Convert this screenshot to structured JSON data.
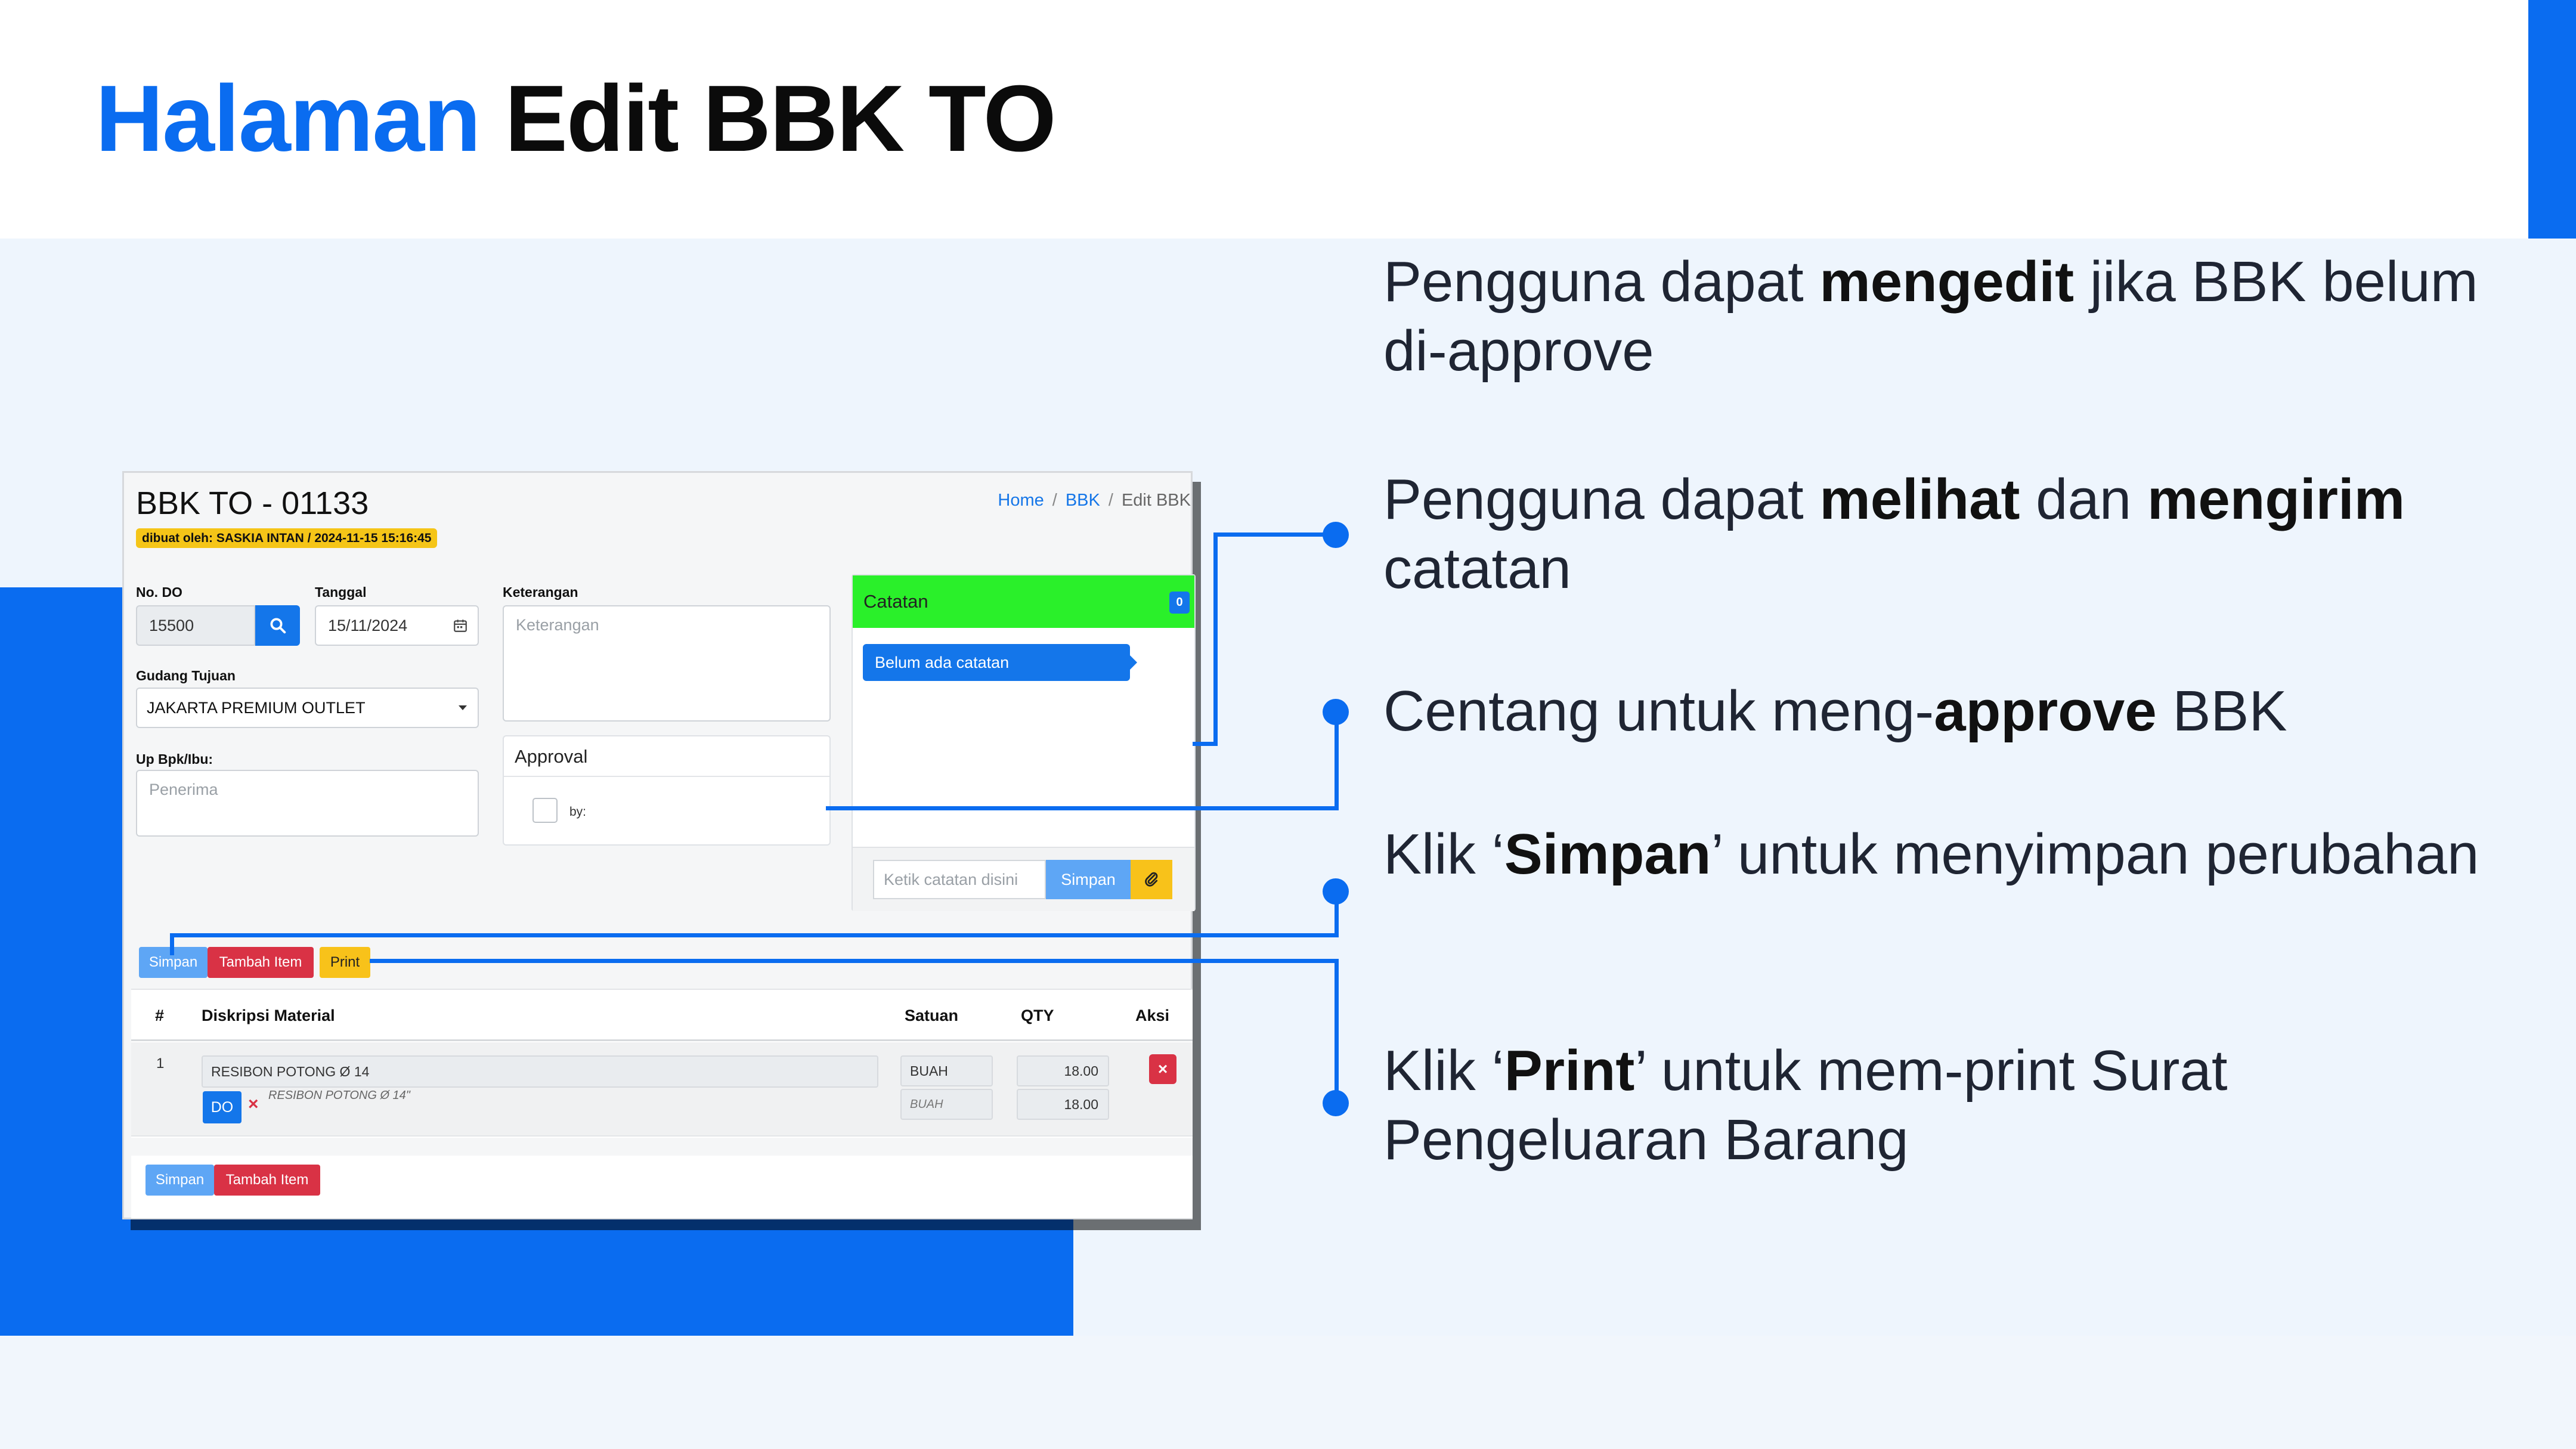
{
  "slide": {
    "title_highlight": "Halaman",
    "title_rest": "Edit BBK TO"
  },
  "app": {
    "title": "BBK TO - 01133",
    "created_by": "dibuat oleh: SASKIA INTAN / 2024-11-15 15:16:45",
    "breadcrumb": [
      "Home",
      "BBK",
      "Edit BBK"
    ],
    "form": {
      "no_do_label": "No. DO",
      "no_do_value": "15500",
      "tanggal_label": "Tanggal",
      "tanggal_value": "15/11/2024",
      "keterangan_label": "Keterangan",
      "keterangan_placeholder": "Keterangan",
      "gudang_label": "Gudang Tujuan",
      "gudang_value": "JAKARTA PREMIUM OUTLET",
      "up_label": "Up Bpk/Ibu:",
      "up_placeholder": "Penerima",
      "approval_title": "Approval",
      "approval_by": "by:"
    },
    "catatan": {
      "title": "Catatan",
      "count": "0",
      "empty_message": "Belum ada catatan",
      "input_placeholder": "Ketik catatan disini",
      "save_label": "Simpan"
    },
    "toolbar": {
      "save_label": "Simpan",
      "add_item_label": "Tambah Item",
      "print_label": "Print"
    },
    "table": {
      "headers": [
        "#",
        "Diskripsi Material",
        "Satuan",
        "QTY",
        "Aksi"
      ],
      "rows": [
        {
          "no": "1",
          "material": "RESIBON POTONG Ø 14",
          "material_sub": "RESIBON POTONG Ø 14\"",
          "do_label": "DO",
          "satuan": "BUAH",
          "satuan_sub": "BUAH",
          "qty": "18.00",
          "qty_sub": "18.00"
        }
      ]
    },
    "bottom_toolbar": {
      "save_label": "Simpan",
      "add_item_label": "Tambah Item"
    }
  },
  "descriptions": [
    {
      "parts": [
        {
          "t": "Pengguna dapat "
        },
        {
          "t": "mengedit",
          "b": true
        },
        {
          "t": " jika BBK belum di-approve"
        }
      ]
    },
    {
      "parts": [
        {
          "t": "Pengguna dapat "
        },
        {
          "t": "melihat",
          "b": true
        },
        {
          "t": " dan "
        },
        {
          "t": "mengirim",
          "b": true
        },
        {
          "t": " catatan"
        }
      ]
    },
    {
      "parts": [
        {
          "t": "Centang untuk meng-"
        },
        {
          "t": "approve",
          "b": true
        },
        {
          "t": " BBK"
        }
      ]
    },
    {
      "parts": [
        {
          "t": "Klik ‘"
        },
        {
          "t": "Simpan",
          "b": true
        },
        {
          "t": "’ untuk menyimpan perubahan"
        }
      ]
    },
    {
      "parts": [
        {
          "t": "Klik ‘"
        },
        {
          "t": "Print",
          "b": true
        },
        {
          "t": "’ untuk mem-print Surat Pengeluaran Barang"
        }
      ]
    }
  ],
  "colors": {
    "accent": "#0a6cf0",
    "catatan_header": "#2af02a",
    "badge": "#f5c518",
    "danger": "#d93245"
  }
}
